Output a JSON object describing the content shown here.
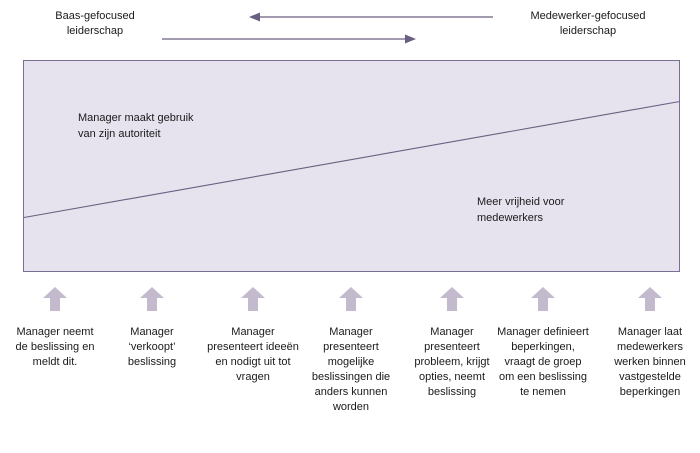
{
  "header": {
    "left_label": "Baas-gefocused leiderschap",
    "right_label": "Medewerker-gefocused leiderschap"
  },
  "diagram": {
    "manager_authority_text": "Manager maakt gebruik van zijn autoriteit",
    "employee_freedom_text": "Meer vrijheid voor medewerkers"
  },
  "stages": [
    {
      "label": "Manager neemt de beslissing en meldt dit."
    },
    {
      "label": "Manager ‘verkoopt’ beslissing"
    },
    {
      "label": "Manager presenteert ideeën en nodigt uit tot vragen"
    },
    {
      "label": "Manager presenteert mogelijke beslissingen die anders kunnen worden"
    },
    {
      "label": "Manager presenteert probleem, krijgt opties, neemt beslissing"
    },
    {
      "label": "Manager definieert beperkingen, vraagt de groep om een beslissing te nemen"
    },
    {
      "label": "Manager laat medewerkers werken binnen vastgestelde beperkingen"
    }
  ],
  "colors": {
    "box_fill": "#e6e3ee",
    "line": "#6a5f80",
    "arrow_fill": "#c3bace"
  }
}
